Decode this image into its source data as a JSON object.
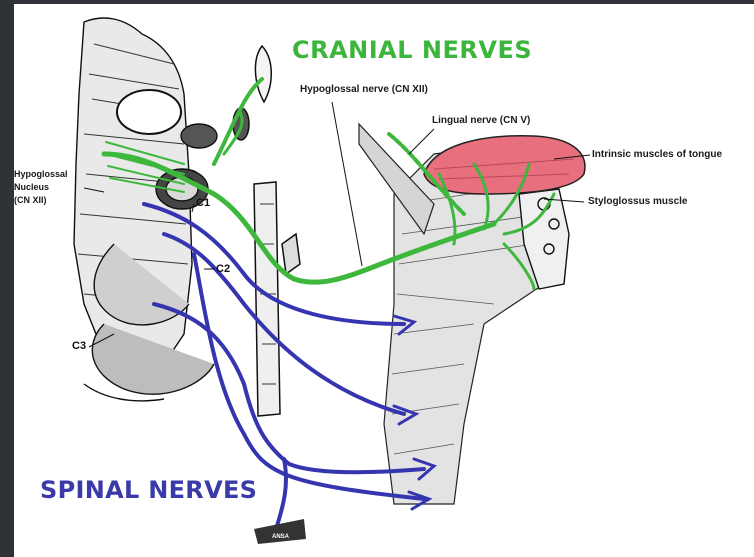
{
  "titles": {
    "cranial": "CRANIAL NERVES",
    "spinal": "SPINAL NERVES"
  },
  "labels": {
    "hypoglossal_nerve": "Hypoglossal nerve (CN XII)",
    "lingual_nerve": "Lingual nerve (CN V)",
    "intrinsic_muscles": "Intrinsic muscles of tongue",
    "styloglossus": "Styloglossus muscle",
    "nucleus_line1": "Hypoglossal",
    "nucleus_line2": "Nucleus",
    "nucleus_line3": "(CN XII)",
    "c1": "C1",
    "c2": "C2",
    "c3": "C3",
    "ansa": "ANSA"
  },
  "colors": {
    "cranial_nerve": "#3db83d",
    "spinal_nerve": "#3535b0",
    "tongue_muscle": "#e8707e",
    "background_frame": "#2f3338"
  }
}
